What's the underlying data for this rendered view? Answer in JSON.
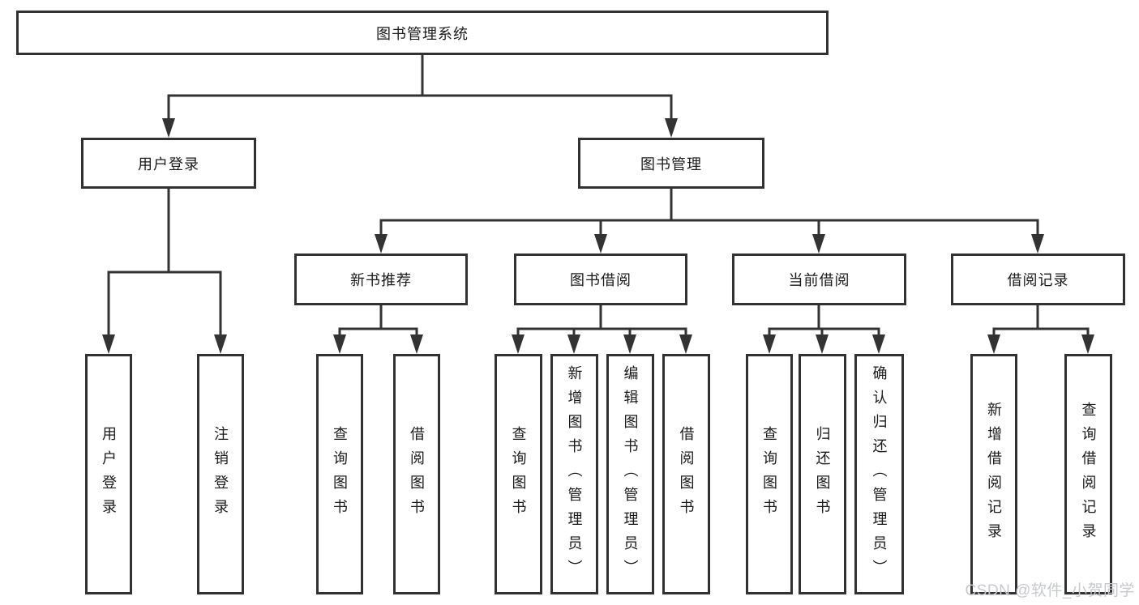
{
  "diagram": {
    "root": {
      "label": "图书管理系统"
    },
    "level2": [
      {
        "label": "用户登录"
      },
      {
        "label": "图书管理"
      }
    ],
    "level3": [
      {
        "label": "新书推荐"
      },
      {
        "label": "图书借阅"
      },
      {
        "label": "当前借阅"
      },
      {
        "label": "借阅记录"
      }
    ],
    "leaves": [
      {
        "label": "用户登录"
      },
      {
        "label": "注销登录"
      },
      {
        "label": "查询图书"
      },
      {
        "label": "借阅图书"
      },
      {
        "label": "查询图书"
      },
      {
        "label": "新增图书（管理员）"
      },
      {
        "label": "编辑图书（管理员）"
      },
      {
        "label": "借阅图书"
      },
      {
        "label": "查询图书"
      },
      {
        "label": "归还图书"
      },
      {
        "label": "确认归还（管理员）"
      },
      {
        "label": "新增借阅记录"
      },
      {
        "label": "查询借阅记录"
      }
    ],
    "hierarchy": {
      "图书管理系统": [
        "用户登录",
        "图书管理"
      ],
      "用户登录": [
        "用户登录",
        "注销登录"
      ],
      "图书管理": [
        "新书推荐",
        "图书借阅",
        "当前借阅",
        "借阅记录"
      ],
      "新书推荐": [
        "查询图书",
        "借阅图书"
      ],
      "图书借阅": [
        "查询图书",
        "新增图书（管理员）",
        "编辑图书（管理员）",
        "借阅图书"
      ],
      "当前借阅": [
        "查询图书",
        "归还图书",
        "确认归还（管理员）"
      ],
      "借阅记录": [
        "新增借阅记录",
        "查询借阅记录"
      ]
    },
    "watermark": {
      "text": "CSDN @软件_小贺同学"
    },
    "colors": {
      "line": "#333333",
      "border": "#323232",
      "text": "#1a1a1a",
      "watermark": "#c7c9cd",
      "background": "#ffffff"
    }
  }
}
